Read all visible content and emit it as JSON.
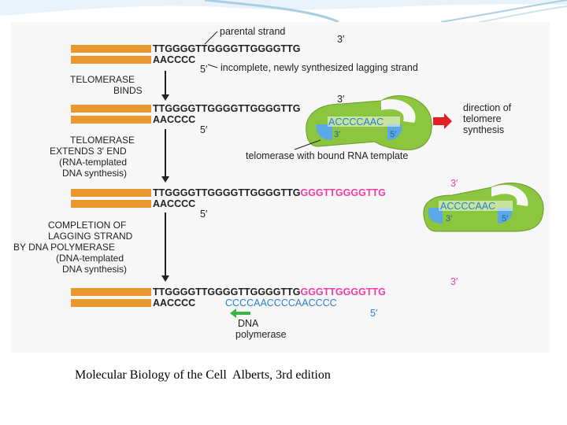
{
  "colors": {
    "dna_strand": "#e8982e",
    "telomerase": "#8cc63f",
    "rna_template": "#5aa9e6",
    "new_dna": "#f13ca8",
    "arrow_red": "#e31e24",
    "arrow_green": "#39b54a",
    "slide_accent": "#6fa8c9"
  },
  "labels": {
    "parental_strand": "parental strand",
    "incomplete_lagging": "incomplete, newly synthesized lagging strand",
    "telomerase_binds_1": "TELOMERASE",
    "telomerase_binds_2": "BINDS",
    "extends_1": "TELOMERASE",
    "extends_2": "EXTENDS 3′ END",
    "extends_3": "(RNA-templated",
    "extends_4": "DNA synthesis)",
    "completion_1": "COMPLETION OF",
    "completion_2": "LAGGING STRAND",
    "completion_3": "BY DNA POLYMERASE",
    "completion_4": "(DNA-templated",
    "completion_5": "DNA synthesis)",
    "direction_1": "direction of",
    "direction_2": "telomere",
    "direction_3": "synthesis",
    "telomerase_rna": "telomerase with bound RNA template",
    "dna_polymerase_1": "DNA",
    "dna_polymerase_2": "polymerase",
    "three_prime": "3′",
    "five_prime": "5′"
  },
  "sequences": {
    "parental": "TTGGGGTTGGGGTTGGGGTTG",
    "lagging": "AACCCC",
    "extension": "GGGTTGGGGTTG",
    "rna_template": "ACCCCAAC",
    "new_lagging": "CCCCAACCCCAACCCC"
  },
  "caption": "Molecular Biology of the Cell  Alberts, 3rd edition"
}
